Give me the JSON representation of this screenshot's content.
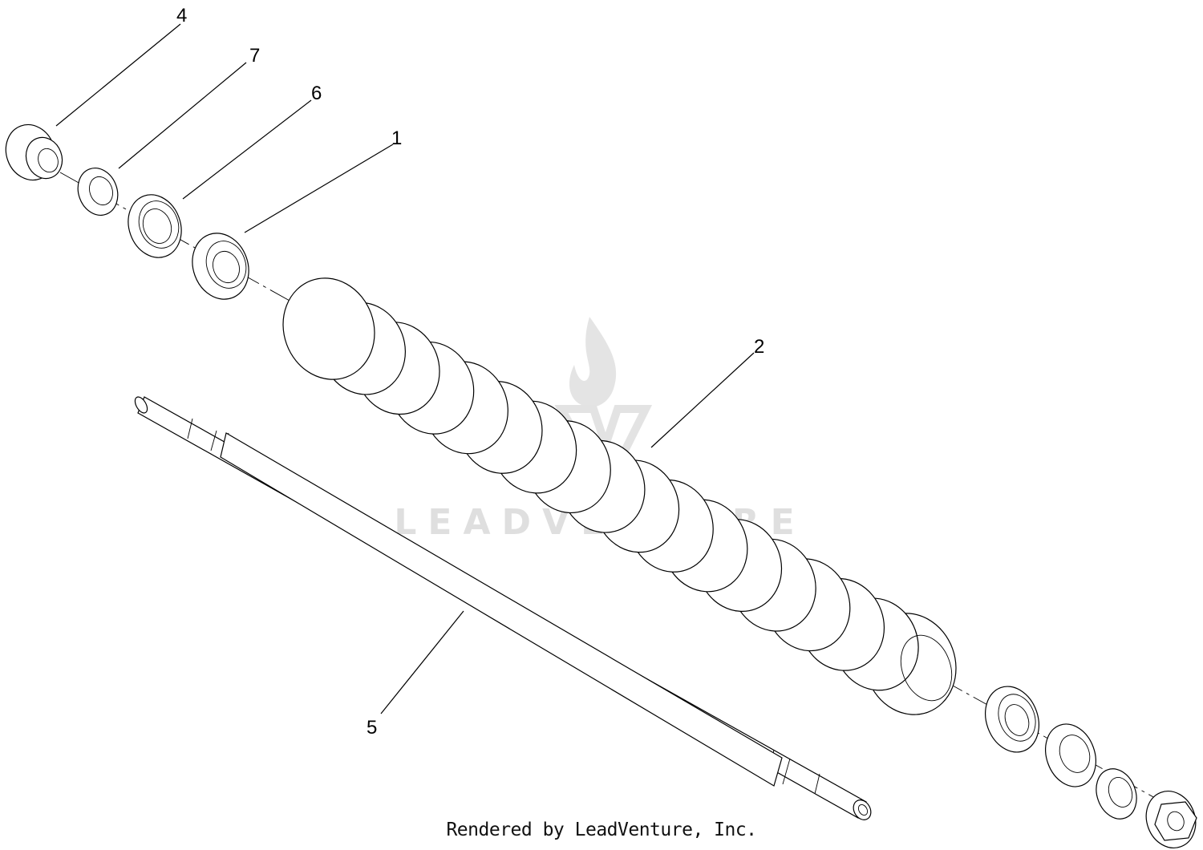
{
  "callouts": [
    {
      "id": "4",
      "label": "4"
    },
    {
      "id": "7",
      "label": "7"
    },
    {
      "id": "6",
      "label": "6"
    },
    {
      "id": "1",
      "label": "1"
    },
    {
      "id": "2",
      "label": "2"
    },
    {
      "id": "5",
      "label": "5"
    }
  ],
  "watermark": {
    "text": "LEADVENTURE",
    "color": "#d9d9d9"
  },
  "footer": {
    "text": "Rendered by LeadVenture, Inc."
  },
  "colors": {
    "line": "#000000",
    "background": "#ffffff",
    "watermark": "#d9d9d9"
  }
}
